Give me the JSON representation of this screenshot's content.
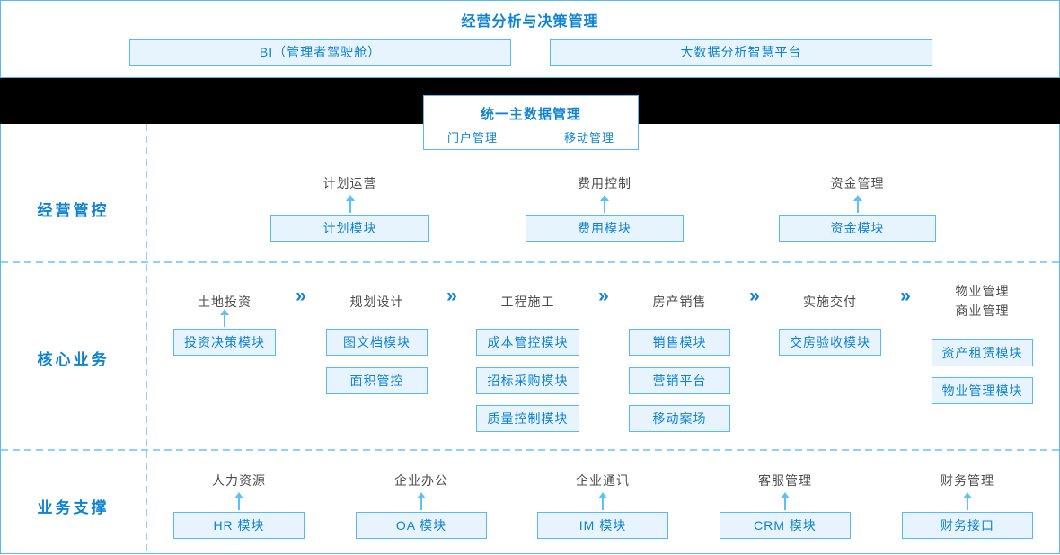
{
  "colors": {
    "primary": "#0e82d4",
    "box_fill": "#e8f4fd",
    "box_border": "#57baf2",
    "arrow": "#5cc1f8",
    "dashed_line": "#8fd2f7",
    "band": "#000000",
    "label_gray": "#4c4c4c"
  },
  "icons": {
    "chevron": "»",
    "arrow": "arrow-up"
  },
  "top": {
    "title": "经营分析与决策管理",
    "boxes": [
      "BI（管理者驾驶舱）",
      "大数据分析智慧平台"
    ]
  },
  "master": {
    "title": "统一主数据管理",
    "items": [
      "门户管理",
      "移动管理"
    ]
  },
  "rows": [
    {
      "label": "经营管控",
      "groups": [
        {
          "title": "计划运营",
          "module": "计划模块"
        },
        {
          "title": "费用控制",
          "module": "费用模块"
        },
        {
          "title": "资金管理",
          "module": "资金模块"
        }
      ]
    },
    {
      "label": "核心业务",
      "stages": [
        {
          "title": "土地投资",
          "modules": [
            "投资决策模块"
          ]
        },
        {
          "title": "规划设计",
          "modules": [
            "图文档模块",
            "面积管控"
          ]
        },
        {
          "title": "工程施工",
          "modules": [
            "成本管控模块",
            "招标采购模块",
            "质量控制模块"
          ]
        },
        {
          "title": "房产销售",
          "modules": [
            "销售模块",
            "营销平台",
            "移动案场"
          ]
        },
        {
          "title": "实施交付",
          "modules": [
            "交房验收模块"
          ]
        },
        {
          "title": "物业管理",
          "title2": "商业管理",
          "modules": [
            "资产租赁模块",
            "物业管理模块"
          ]
        }
      ]
    },
    {
      "label": "业务支撑",
      "groups": [
        {
          "title": "人力资源",
          "module": "HR 模块"
        },
        {
          "title": "企业办公",
          "module": "OA 模块"
        },
        {
          "title": "企业通讯",
          "module": "IM 模块"
        },
        {
          "title": "客服管理",
          "module": "CRM 模块"
        },
        {
          "title": "财务管理",
          "module": "财务接口"
        }
      ]
    }
  ]
}
